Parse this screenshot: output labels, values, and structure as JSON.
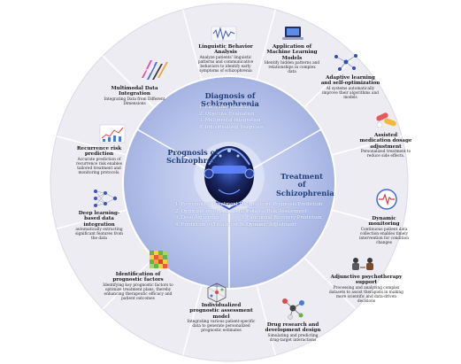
{
  "center": {
    "diagnosis": {
      "title": "Diagnosis of Schizophrenia",
      "items": [
        "1. Early Identification",
        "2. Objective Evaluation",
        "3. Multimodal Integration",
        "4. Individualized Diagnosis"
      ]
    },
    "prognosis": {
      "title": "Prognosis of Schizophrenia",
      "items": [
        "1. Personalized Treatment Plan",
        "2. Optimization of Drug Selection",
        "3. Dose Adjustment",
        "4. Prediction of Treatment Response"
      ]
    },
    "treatment": {
      "title": "Treatment of Schizophrenia",
      "items": [
        "1. Long-term Prognosis Prediction",
        "2. Relapse Risk Assessment",
        "3. Functional Recovery Prediction",
        "4. Dynamic Adjustment"
      ]
    }
  },
  "segments": [
    {
      "title": "Linguistic Behavior Analysis",
      "desc": "Analyze patients' linguistic patterns and communicative behaviors to identify early symptoms of schizophrenia",
      "icon": "speech-waveform-icon"
    },
    {
      "title": "Application of Machine Learning Models",
      "desc": "Identify hidden patterns and relationships in complex data",
      "icon": "laptop-icon"
    },
    {
      "title": "Adaptive learning and self-optimization",
      "desc": "AI systems automatically improve their algorithms and models",
      "icon": "network-nodes-icon"
    },
    {
      "title": "Assisted medication dosage adjustment",
      "desc": "Personalized treatment to reduce side effects.",
      "icon": "pills-icon"
    },
    {
      "title": "Dynamic monitoring",
      "desc": "Continuous patient data collection enables timely intervention for condition changes",
      "icon": "heart-monitor-icon"
    },
    {
      "title": "Adjunctive psychotherapy support",
      "desc": "Processing and analyzing complex datasets to assist therapists in making more scientific and data-driven decisions",
      "icon": "therapy-session-icon"
    },
    {
      "title": "Drug research and development design",
      "desc": "Simulating and predicting drug-target interactions",
      "icon": "molecule-icon"
    },
    {
      "title": "Individualized prognostic assessment model",
      "desc": "Integrating various patient-specific data to generate personalized prognostic estimates",
      "icon": "3d-cube-icon"
    },
    {
      "title": "Identification of prognostic factors",
      "desc": "Identifying key prognostic factors to optimize treatment plans, thereby enhancing therapeutic efficacy and patient outcomes",
      "icon": "heatmap-grid-icon"
    },
    {
      "title": "Deep learning-based data integration",
      "desc": "automatically extracting significant features from the data",
      "icon": "neural-network-icon"
    },
    {
      "title": "Recurrence risk prediction",
      "desc": "Accurate prediction of recurrence risk enables tailored treatment and monitoring protocols.",
      "icon": "risk-chart-icon"
    },
    {
      "title": "Multimodal Data Integration",
      "desc": "Integrating Data from Different Dimensions",
      "icon": "multimodal-charts-icon"
    }
  ],
  "colors": {
    "outer_ring": "#ececf2",
    "ring_border": "#d8dae6",
    "inner_disc": "#b3bfe8",
    "center_head": "#1b2247",
    "accent": "#1f3f7a"
  }
}
